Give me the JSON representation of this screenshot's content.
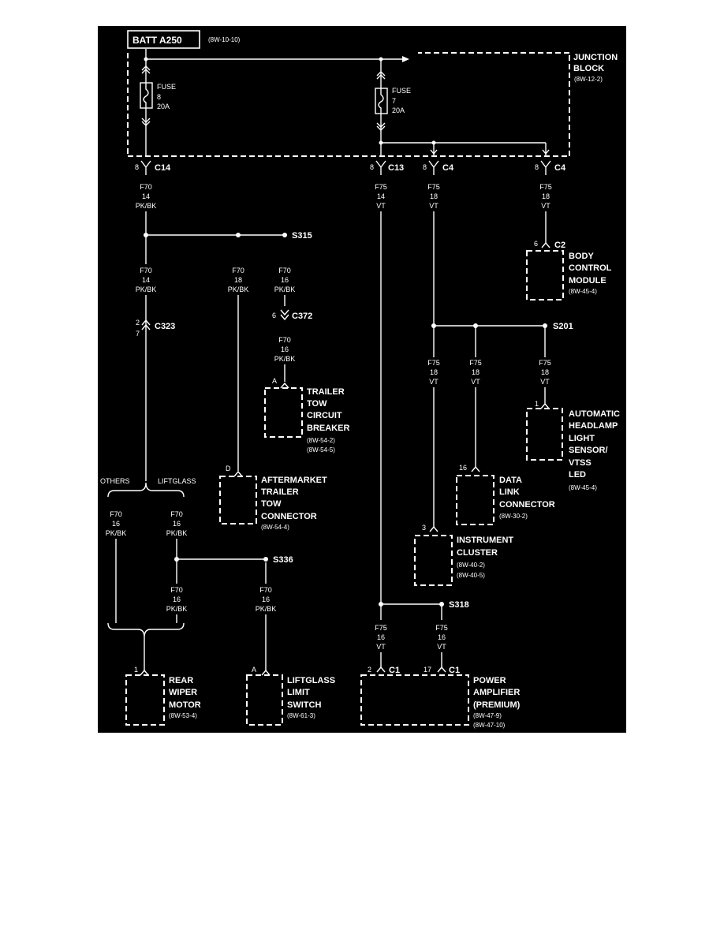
{
  "colors": {
    "background": "#000000",
    "ink": "#ffffff",
    "page": "#ffffff"
  },
  "batt": {
    "label": "BATT A250",
    "ref": "(8W-10-10)"
  },
  "junction_block": {
    "title1": "JUNCTION",
    "title2": "BLOCK",
    "ref": "(8W-12-2)"
  },
  "fuse8": {
    "word": "FUSE",
    "num": "8",
    "amp": "20A"
  },
  "fuse7": {
    "word": "FUSE",
    "num": "7",
    "amp": "20A"
  },
  "connectors": {
    "c14": {
      "pin": "8",
      "name": "C14"
    },
    "c13": {
      "pin": "8",
      "name": "C13"
    },
    "c4a": {
      "pin": "8",
      "name": "C4"
    },
    "c4b": {
      "pin": "8",
      "name": "C4"
    },
    "c323": {
      "pin_top": "2",
      "pin_bot": "7",
      "name": "C323"
    },
    "c372": {
      "pin": "6",
      "name": "C372"
    },
    "c2": {
      "pin": "6",
      "name": "C2"
    },
    "c1a": {
      "pin": "2",
      "name": "C1"
    },
    "c1b": {
      "pin": "17",
      "name": "C1"
    }
  },
  "splices": {
    "s315": "S315",
    "s201": "S201",
    "s336": "S336",
    "s318": "S318"
  },
  "wires": {
    "w1": {
      "circuit": "F70",
      "gauge": "14",
      "color": "PK/BK"
    },
    "w2": {
      "circuit": "F75",
      "gauge": "14",
      "color": "VT"
    },
    "w3": {
      "circuit": "F75",
      "gauge": "18",
      "color": "VT"
    },
    "w4": {
      "circuit": "F75",
      "gauge": "18",
      "color": "VT"
    },
    "w5": {
      "circuit": "F70",
      "gauge": "14",
      "color": "PK/BK"
    },
    "w6": {
      "circuit": "F70",
      "gauge": "18",
      "color": "PK/BK"
    },
    "w7": {
      "circuit": "F70",
      "gauge": "16",
      "color": "PK/BK"
    },
    "w8": {
      "circuit": "F70",
      "gauge": "16",
      "color": "PK/BK"
    },
    "w9": {
      "circuit": "F75",
      "gauge": "18",
      "color": "VT"
    },
    "w10": {
      "circuit": "F75",
      "gauge": "18",
      "color": "VT"
    },
    "w11": {
      "circuit": "F75",
      "gauge": "18",
      "color": "VT"
    },
    "w12": {
      "circuit": "F70",
      "gauge": "16",
      "color": "PK/BK"
    },
    "w13": {
      "circuit": "F70",
      "gauge": "16",
      "color": "PK/BK"
    },
    "w14": {
      "circuit": "F70",
      "gauge": "16",
      "color": "PK/BK"
    },
    "w15": {
      "circuit": "F70",
      "gauge": "16",
      "color": "PK/BK"
    },
    "w16": {
      "circuit": "F75",
      "gauge": "16",
      "color": "VT"
    },
    "w17": {
      "circuit": "F75",
      "gauge": "16",
      "color": "VT"
    }
  },
  "branch": {
    "others": "OTHERS",
    "liftglass": "LIFTGLASS"
  },
  "components": {
    "bcm": {
      "pin": "6",
      "l1": "BODY",
      "l2": "CONTROL",
      "l3": "MODULE",
      "ref1": "(8W-45-4)"
    },
    "trailer_breaker": {
      "pin": "A",
      "l1": "TRAILER",
      "l2": "TOW",
      "l3": "CIRCUIT",
      "l4": "BREAKER",
      "ref1": "(8W-54-2)",
      "ref2": "(8W-54-5)"
    },
    "headlamp_sensor": {
      "pin": "1",
      "l1": "AUTOMATIC",
      "l2": "HEADLAMP",
      "l3": "LIGHT",
      "l4": "SENSOR/",
      "l5": "VTSS",
      "l6": "LED",
      "ref1": "(8W-45-4)"
    },
    "aftermarket": {
      "pin": "D",
      "l1": "AFTERMARKET",
      "l2": "TRAILER",
      "l3": "TOW",
      "l4": "CONNECTOR",
      "ref1": "(8W-54-4)"
    },
    "data_link": {
      "pin": "16",
      "l1": "DATA",
      "l2": "LINK",
      "l3": "CONNECTOR",
      "ref1": "(8W-30-2)"
    },
    "cluster": {
      "pin": "3",
      "l1": "INSTRUMENT",
      "l2": "CLUSTER",
      "ref1": "(8W-40-2)",
      "ref2": "(8W-40-5)"
    },
    "rear_wiper": {
      "pin": "1",
      "l1": "REAR",
      "l2": "WIPER",
      "l3": "MOTOR",
      "ref1": "(8W-53-4)"
    },
    "liftglass_switch": {
      "pin": "A",
      "l1": "LIFTGLASS",
      "l2": "LIMIT",
      "l3": "SWITCH",
      "ref1": "(8W-61-3)"
    },
    "amplifier": {
      "l1": "POWER",
      "l2": "AMPLIFIER",
      "l3": "(PREMIUM)",
      "ref1": "(8W-47-9)",
      "ref2": "(8W-47-10)"
    }
  }
}
